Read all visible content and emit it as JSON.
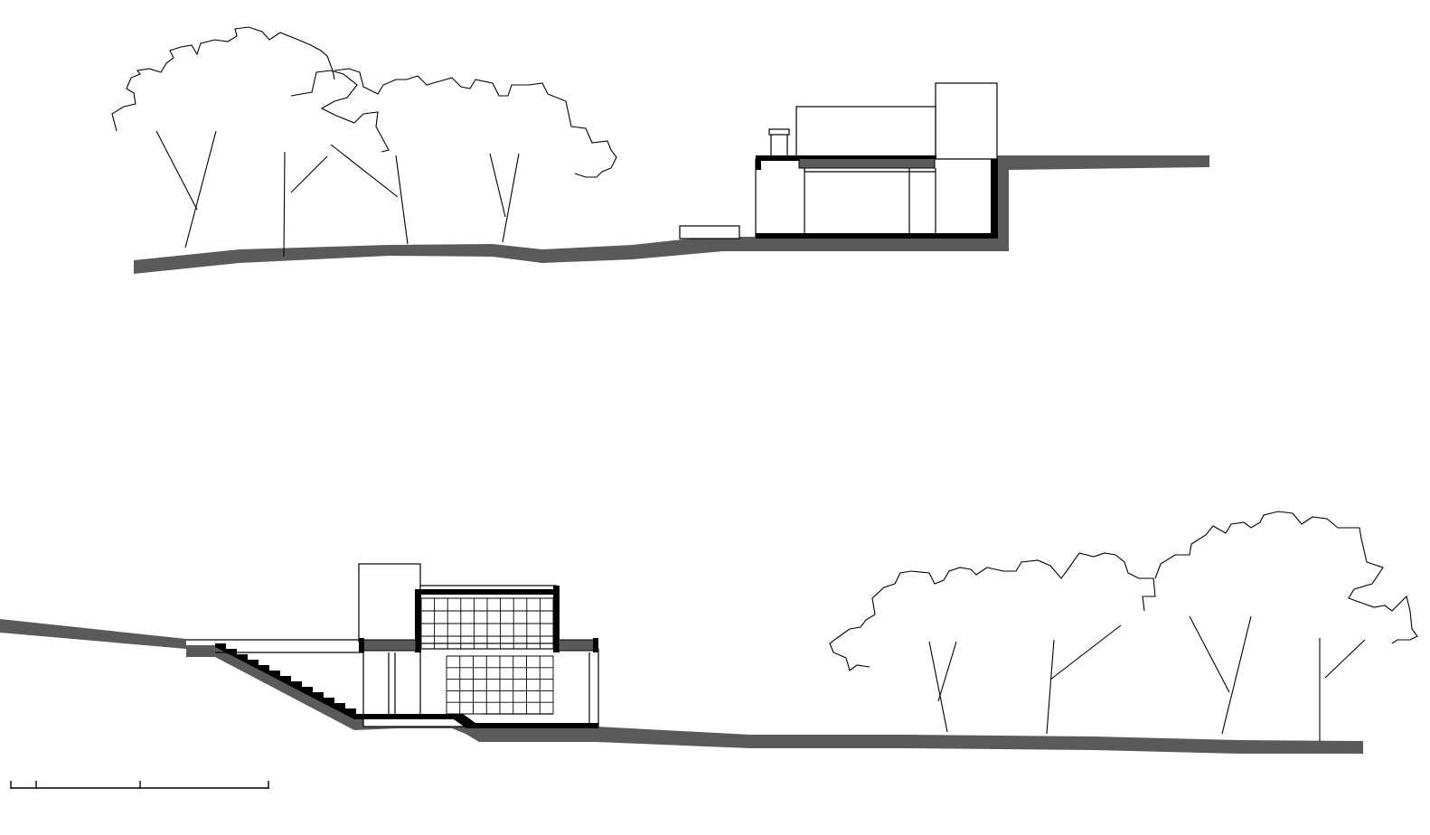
{
  "drawing": {
    "type": "architectural-site-section",
    "views": [
      "upper-section",
      "lower-section"
    ],
    "scale_bar_ticks": 4,
    "colors": {
      "ground": "#5a5a5a",
      "line": "#000000",
      "background": "#ffffff"
    }
  }
}
